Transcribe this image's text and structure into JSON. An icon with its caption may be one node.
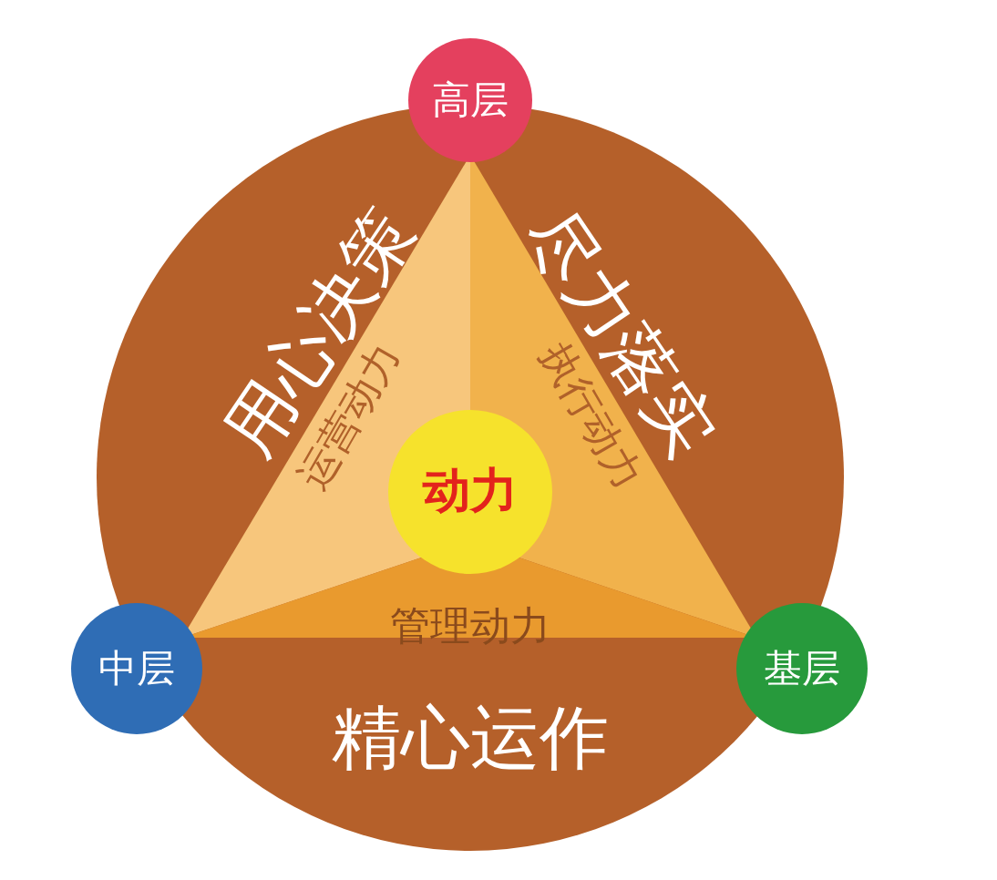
{
  "diagram": {
    "nodes": [
      {
        "text": [
          "用心决策",
          "尽力落实",
          "精心运作"
        ]
      },
      {
        "text": [
          "运营动力"
        ],
        "in": 0
      },
      {
        "text": [
          "执行动力"
        ],
        "in": 0
      },
      {
        "text": [
          "管理动力"
        ],
        "in": 0
      },
      {
        "text": [
          "动力"
        ],
        "in": 0
      },
      {
        "text": [
          "高层"
        ]
      },
      {
        "text": [
          "中层"
        ]
      },
      {
        "text": [
          "基层"
        ]
      }
    ]
  }
}
